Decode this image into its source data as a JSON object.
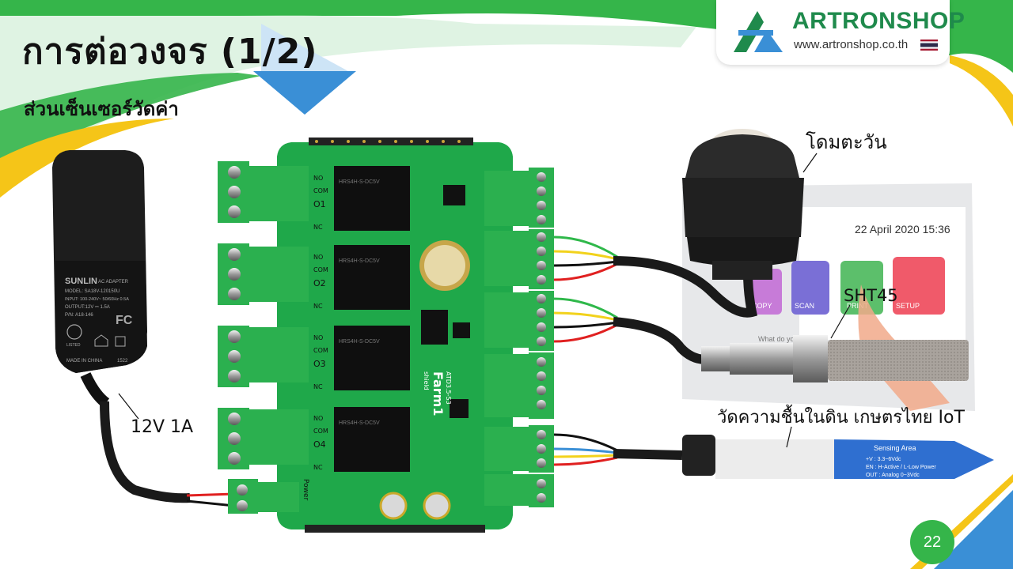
{
  "slide": {
    "title": "การต่อวงจร (1/2)",
    "subtitle": "ส่วนเซ็นเซอร์วัดค่า",
    "page_number": "22"
  },
  "brand": {
    "name": "ARTRONSHOP",
    "url": "www.artronshop.co.th",
    "green": "#35b54a",
    "blue": "#3a8fd6"
  },
  "labels": {
    "power_adapter": "12V 1A",
    "light_sensor": "โดมตะวัน",
    "temp_humidity_sensor": "SHT45",
    "soil_sensor": "วัดความชื้นในดิน เกษตรไทย IoT"
  },
  "adapter": {
    "brand": "SUNLIN",
    "type": "AC ADAPTER",
    "model": "MODEL: SA18V-120150U",
    "input": "INPUT: 100-240V~ 50/60Hz 0.5A",
    "output": "OUTPUT:12V ⎓ 1.5A",
    "pn": "P/N: A18-146",
    "cert": "FC",
    "listed": "LISTED",
    "origin": "MADE IN CHINA",
    "code": "1522"
  },
  "board": {
    "name": "Farm1",
    "model": "ATD3.5-S3",
    "sub": "shield",
    "relays": [
      "O1",
      "O2",
      "O3",
      "O4"
    ],
    "relay_pins": [
      "NO",
      "COM",
      "NC"
    ],
    "power_label": "Power",
    "relay_text": "HRS4H-S-DC5V"
  },
  "tablet": {
    "date": "22 April 2020 15:36",
    "tiles": [
      "COPY",
      "SCAN",
      "PRINT",
      "SETUP"
    ],
    "prompt": "What do you"
  },
  "soil_probe": {
    "header": "Sensing Area",
    "line1": "+V : 3.3~6Vdc",
    "line2": "EN : H-Active / L-Low Power",
    "line3": "OUT : Analog 0~3Vdc"
  }
}
